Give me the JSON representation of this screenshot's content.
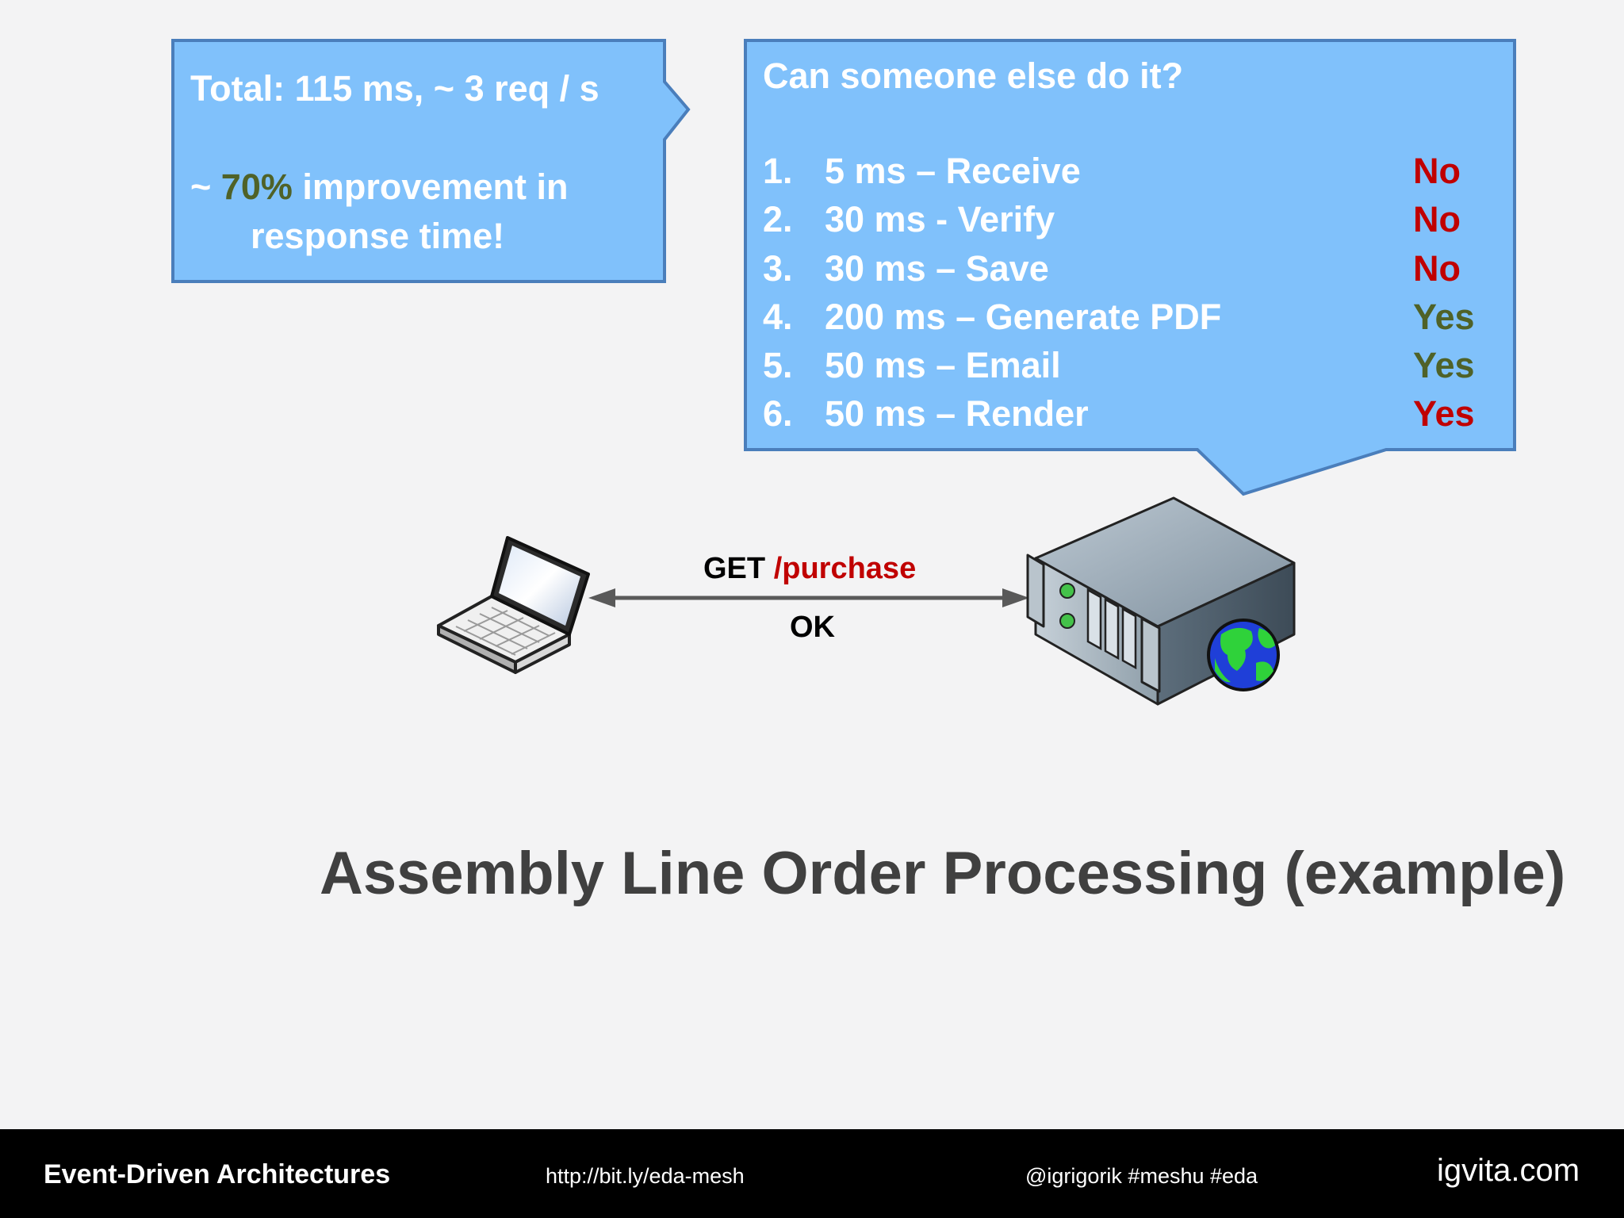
{
  "callout_left": {
    "line1": "Total: 115 ms, ~ 3 req / s",
    "line2_prefix": "~ ",
    "line2_highlight": "70%",
    "line2_suffix": " improvement in",
    "line3": "response time!"
  },
  "callout_right": {
    "question": "Can someone else do it?",
    "steps": [
      {
        "num": "1.",
        "label": "5 ms – Receive",
        "answer": "No",
        "answer_color": "#c00000"
      },
      {
        "num": "2.",
        "label": "30 ms - Verify",
        "answer": "No",
        "answer_color": "#c00000"
      },
      {
        "num": "3.",
        "label": "30 ms – Save",
        "answer": "No",
        "answer_color": "#c00000"
      },
      {
        "num": "4.",
        "label": "200 ms – Generate PDF",
        "answer": "Yes",
        "answer_color": "#4f6228"
      },
      {
        "num": "5.",
        "label": "50 ms – Email",
        "answer": "Yes",
        "answer_color": "#4f6228"
      },
      {
        "num": "6.",
        "label": "50 ms – Render",
        "answer": "Yes",
        "answer_color": "#c00000"
      }
    ]
  },
  "diagram": {
    "request_method": "GET ",
    "request_path": "/purchase",
    "response": "OK",
    "client_icon": "laptop-icon",
    "server_icon": "web-server-icon"
  },
  "title": "Assembly Line Order Processing (example)",
  "footer": {
    "left": "Event-Driven Architectures",
    "link": "http://bit.ly/eda-mesh",
    "handle": "@igrigorik #meshu #eda",
    "brand": "igvita.com"
  },
  "colors": {
    "callout_fill": "#80c1fb",
    "callout_border": "#4a7ebb",
    "highlight_green": "#4f6228",
    "path_red": "#c00000",
    "title_gray": "#404040"
  }
}
